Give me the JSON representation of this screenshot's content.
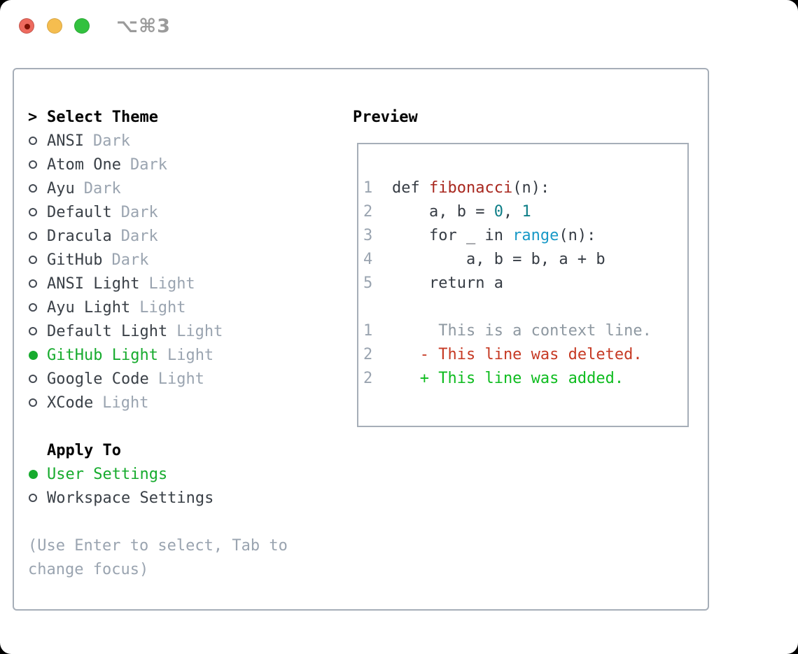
{
  "window": {
    "shortcut": "⌥⌘3"
  },
  "colors": {
    "accent_green": "#17ab2e",
    "added_green": "#0ebc1f",
    "deleted_red": "#c63a24",
    "func_red": "#a8271e",
    "builtin_blue": "#1899c7",
    "number_teal": "#0e7e87",
    "muted_gray": "#9aa4b0",
    "context_gray": "#8e98a1",
    "text_dark": "#3a4047",
    "code_dark": "#363c44",
    "radio_ring": "#454b54",
    "border_gray": "#a6aeb8",
    "shortcut_gray": "#9b9b9b",
    "traffic_red": "#ee6a5e",
    "traffic_red_dot": "#7e1104",
    "traffic_yellow": "#f5bd4f",
    "traffic_green": "#32c13e"
  },
  "left": {
    "title_marker": ">",
    "title": "Select Theme",
    "themes": [
      {
        "name": "ANSI",
        "variant": "Dark",
        "selected": false
      },
      {
        "name": "Atom One",
        "variant": "Dark",
        "selected": false
      },
      {
        "name": "Ayu",
        "variant": "Dark",
        "selected": false
      },
      {
        "name": "Default",
        "variant": "Dark",
        "selected": false
      },
      {
        "name": "Dracula",
        "variant": "Dark",
        "selected": false
      },
      {
        "name": "GitHub",
        "variant": "Dark",
        "selected": false
      },
      {
        "name": "ANSI Light",
        "variant": "Light",
        "selected": false
      },
      {
        "name": "Ayu Light",
        "variant": "Light",
        "selected": false
      },
      {
        "name": "Default Light",
        "variant": "Light",
        "selected": false
      },
      {
        "name": "GitHub Light",
        "variant": "Light",
        "selected": true
      },
      {
        "name": "Google Code",
        "variant": "Light",
        "selected": false
      },
      {
        "name": "XCode",
        "variant": "Light",
        "selected": false
      }
    ],
    "apply_to": {
      "title": "Apply To",
      "options": [
        {
          "label": "User Settings",
          "selected": true
        },
        {
          "label": "Workspace Settings",
          "selected": false
        }
      ]
    },
    "help_lines": [
      "(Use Enter to select, Tab to",
      "change focus)"
    ]
  },
  "preview": {
    "title": "Preview",
    "code_lines": [
      {
        "num": "1",
        "segments": [
          {
            "t": "def ",
            "c": "text"
          },
          {
            "t": "fibonacci",
            "c": "func"
          },
          {
            "t": "(n):",
            "c": "text"
          }
        ]
      },
      {
        "num": "2",
        "segments": [
          {
            "t": "    a, b = ",
            "c": "text"
          },
          {
            "t": "0",
            "c": "num"
          },
          {
            "t": ", ",
            "c": "text"
          },
          {
            "t": "1",
            "c": "num"
          }
        ]
      },
      {
        "num": "3",
        "segments": [
          {
            "t": "    for _ in ",
            "c": "text"
          },
          {
            "t": "range",
            "c": "builtin"
          },
          {
            "t": "(n):",
            "c": "text"
          }
        ]
      },
      {
        "num": "4",
        "segments": [
          {
            "t": "        a, b = b, a + b",
            "c": "text"
          }
        ]
      },
      {
        "num": "5",
        "segments": [
          {
            "t": "    return a",
            "c": "text"
          }
        ]
      }
    ],
    "diff_lines": [
      {
        "num": "1",
        "text": "     This is a context line.",
        "kind": "context"
      },
      {
        "num": "2",
        "text": "   - This line was deleted.",
        "kind": "deleted"
      },
      {
        "num": "2",
        "text": "   + This line was added.",
        "kind": "added"
      }
    ]
  }
}
